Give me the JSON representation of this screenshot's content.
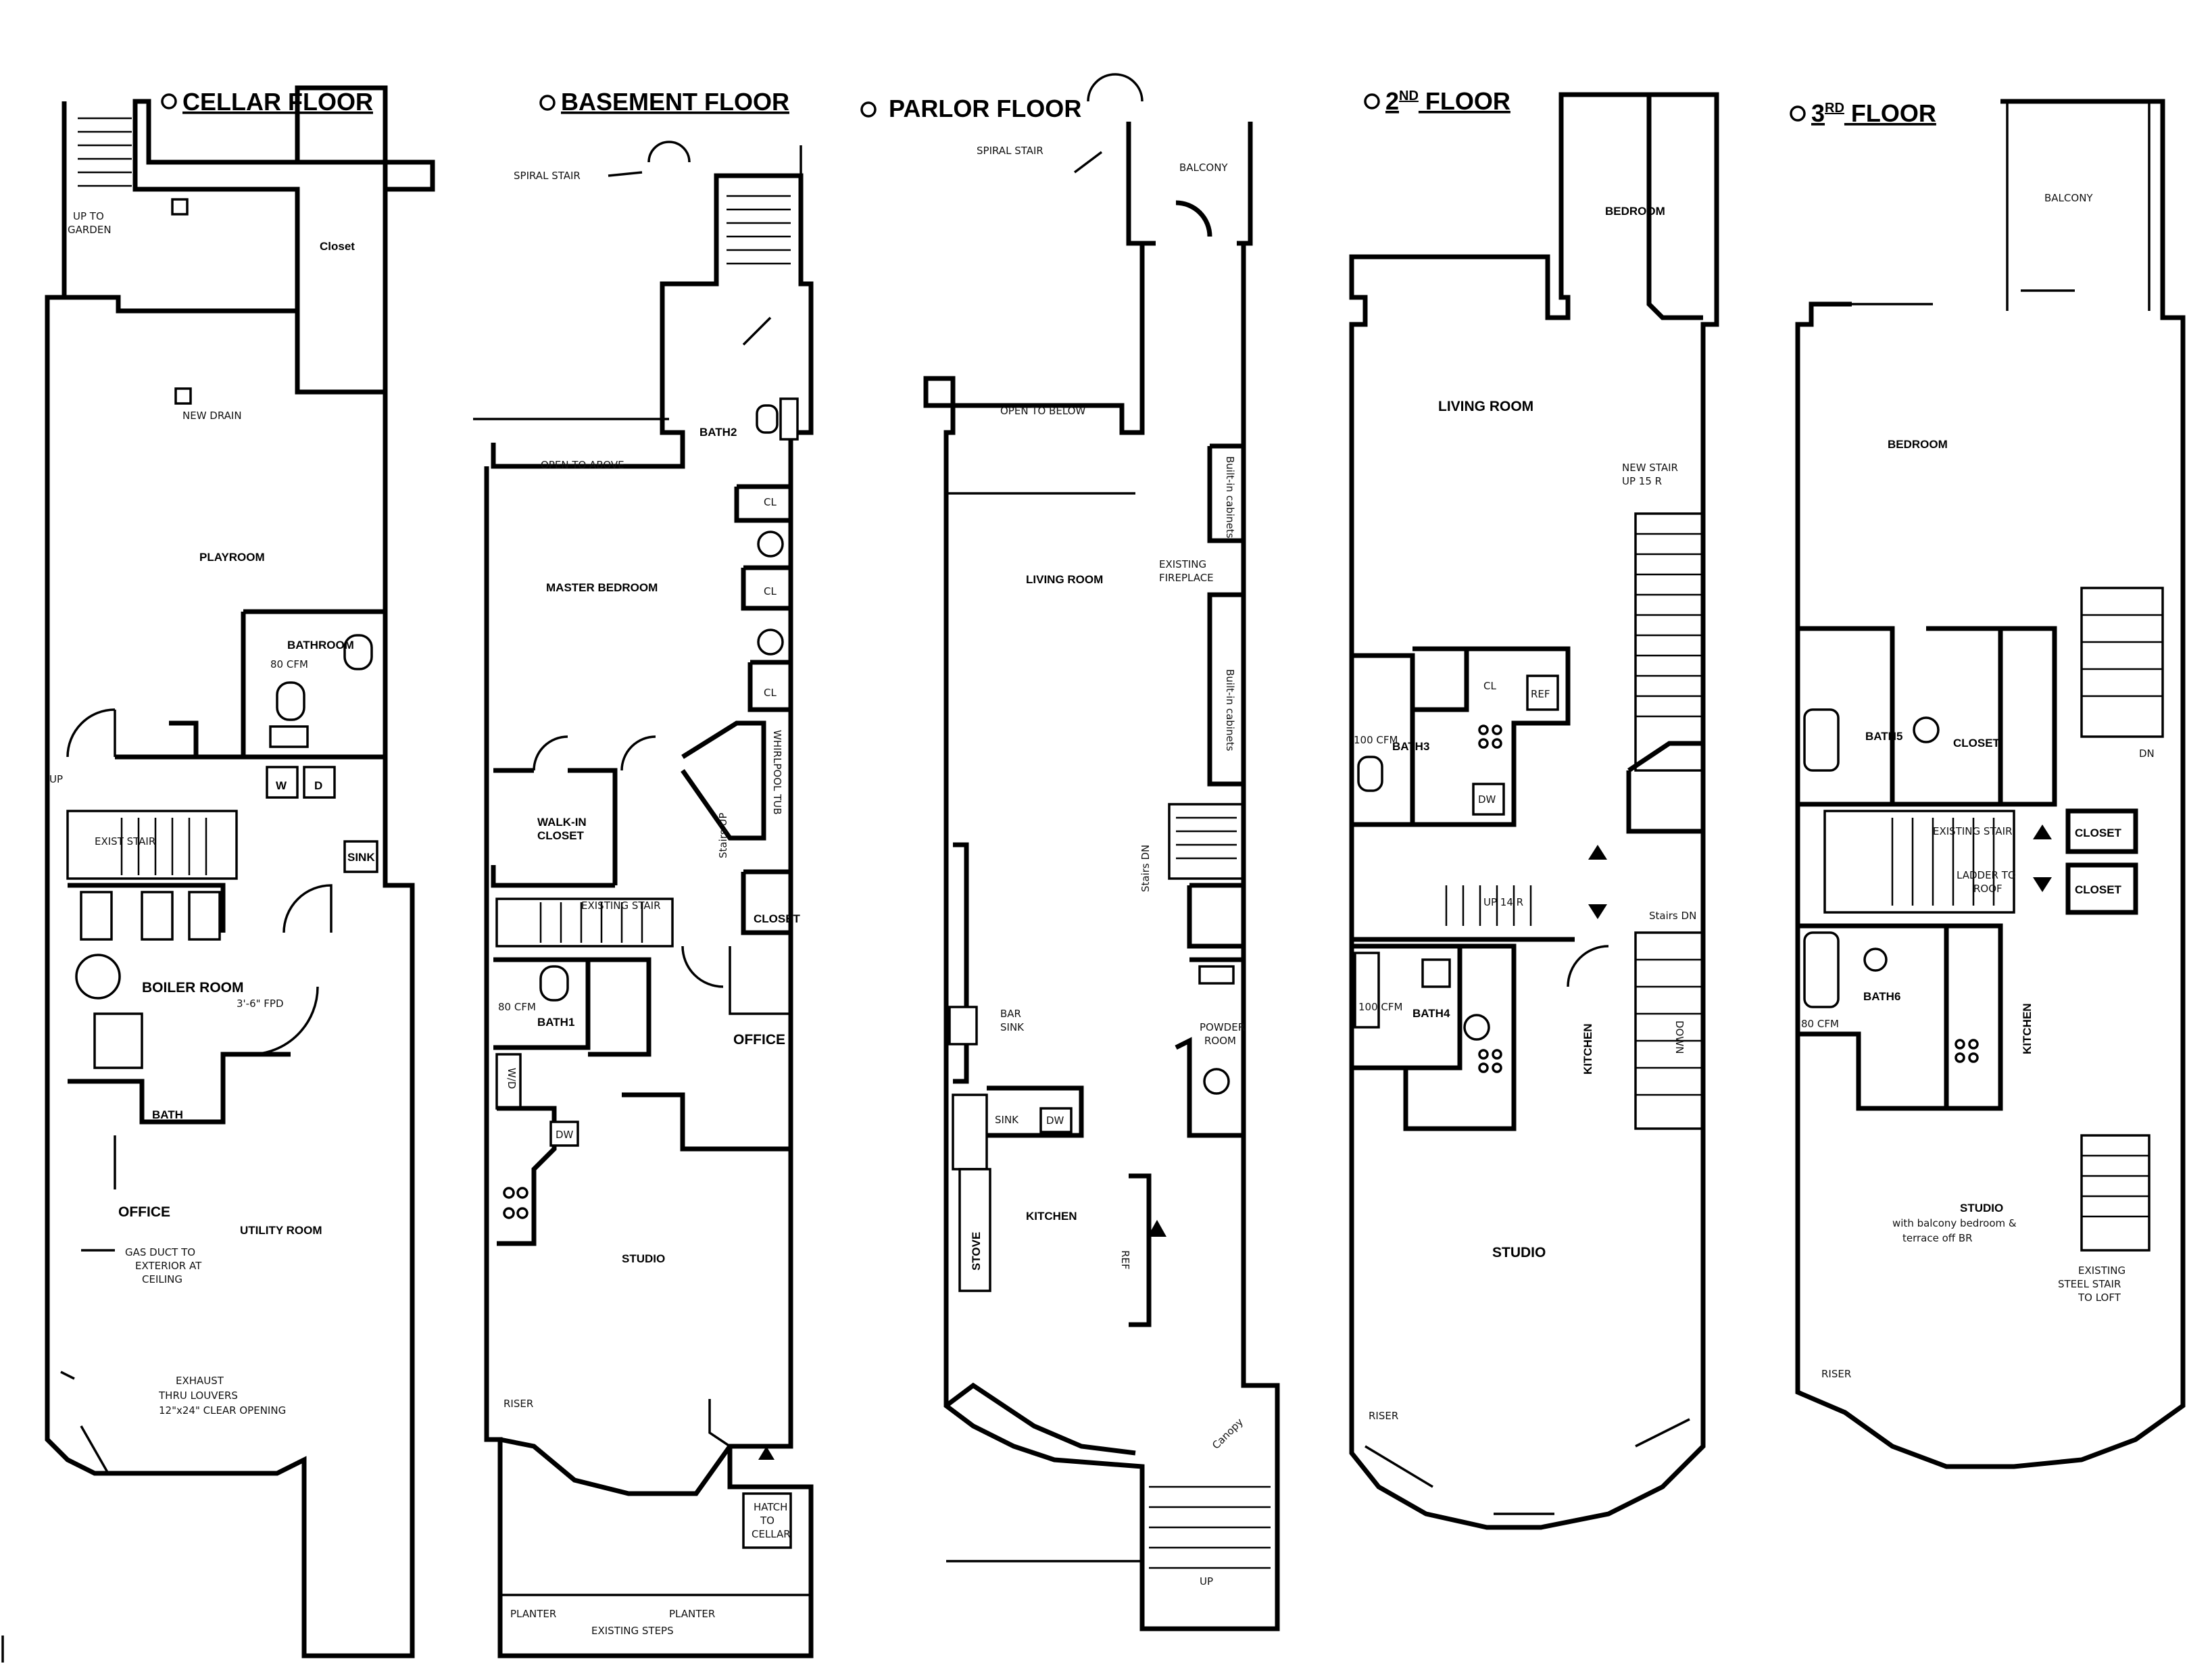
{
  "floors": {
    "cellar": {
      "title": "CELLAR FLOOR",
      "up_to": "UP TO",
      "garden": "GARDEN",
      "closet": "Closet",
      "new_drain": "NEW DRAIN",
      "playroom": "PLAYROOM",
      "bathroom": "BATHROOM",
      "cfm": "80 CFM",
      "w": "W",
      "d": "D",
      "up": "UP",
      "exist_stair": "EXIST STAIR",
      "sink": "SINK",
      "boiler_room": "BOILER ROOM",
      "door_note": "3'-6\" FPD",
      "bath": "BATH",
      "office": "OFFICE",
      "utility_room": "UTILITY ROOM",
      "gas_note_1": "GAS DUCT TO",
      "gas_note_2": "EXTERIOR AT",
      "gas_note_3": "CEILING",
      "exhaust_1": "EXHAUST",
      "exhaust_2": "THRU LOUVERS",
      "exhaust_3": "12\"x24\" CLEAR OPENING"
    },
    "basement": {
      "title": "BASEMENT FLOOR",
      "spiral_stair": "SPIRAL STAIR",
      "open_to_above": "OPEN TO ABOVE",
      "bath2": "BATH2",
      "cl": "CL",
      "master_bedroom": "MASTER BEDROOM",
      "whirlpool": "WHIRLPOOL TUB",
      "walk_in_1": "WALK-IN",
      "walk_in_2": "CLOSET",
      "stairs_up": "Stairs UP",
      "existing_stair": "EXISTING STAIR",
      "closet": "CLOSET",
      "bath1": "BATH1",
      "cfm": "80 CFM",
      "wd": "W/D",
      "office": "OFFICE",
      "dw": "DW",
      "studio": "STUDIO",
      "riser": "RISER",
      "hatch_1": "HATCH",
      "hatch_2": "TO",
      "hatch_3": "CELLAR",
      "planter": "PLANTER",
      "existing_steps": "EXISTING STEPS"
    },
    "parlor": {
      "title": "PARLOR FLOOR",
      "spiral_stair": "SPIRAL STAIR",
      "balcony": "BALCONY",
      "open_to_below": "OPEN TO BELOW",
      "built_in_1": "Built-in cabinets",
      "living_room": "LIVING ROOM",
      "existing_fireplace_1": "EXISTING",
      "existing_fireplace_2": "FIREPLACE",
      "built_in_2": "Built-in cabinets",
      "stairs_dn": "Stairs DN",
      "bar_1": "BAR",
      "bar_2": "SINK",
      "sink": "SINK",
      "dw": "DW",
      "kitchen": "KITCHEN",
      "stove": "STOVE",
      "ref": "REF",
      "powder_1": "POWDER",
      "powder_2": "ROOM",
      "canopy": "Canopy",
      "up": "UP"
    },
    "second": {
      "title_prefix": "2",
      "title_sup": "ND",
      "title_rest": " FLOOR",
      "bedroom": "BEDROOM",
      "living_room": "LIVING ROOM",
      "new_stair_1": "NEW STAIR",
      "new_stair_2": "UP 15 R",
      "cl": "CL",
      "ref": "REF",
      "cfm": "100 CFM",
      "bath3": "BATH3",
      "dw": "DW",
      "up_14r": "UP 14 R",
      "stairs_dn": "Stairs DN",
      "bath4": "BATH4",
      "kitchen": "KITCHEN",
      "down": "DOWN",
      "studio": "STUDIO",
      "riser": "RISER"
    },
    "third": {
      "title_prefix": "3",
      "title_sup": "RD",
      "title_rest": " FLOOR",
      "balcony": "BALCONY",
      "bedroom": "BEDROOM",
      "baths": "BATH5",
      "closet": "CLOSET",
      "dn": "DN",
      "existing_stair": "EXISTING STAIR",
      "closet_2": "CLOSET",
      "closet_3": "CLOSET",
      "ladder_1": "LADDER TO",
      "ladder_2": "ROOF",
      "bath6": "BATH6",
      "cfm": "80 CFM",
      "kitchen": "KITCHEN",
      "studio": "STUDIO",
      "studio_sub_1": "with balcony bedroom &",
      "studio_sub_2": "terrace off BR",
      "steel_1": "EXISTING",
      "steel_2": "STEEL STAIR",
      "steel_3": "TO LOFT",
      "riser": "RISER"
    }
  }
}
